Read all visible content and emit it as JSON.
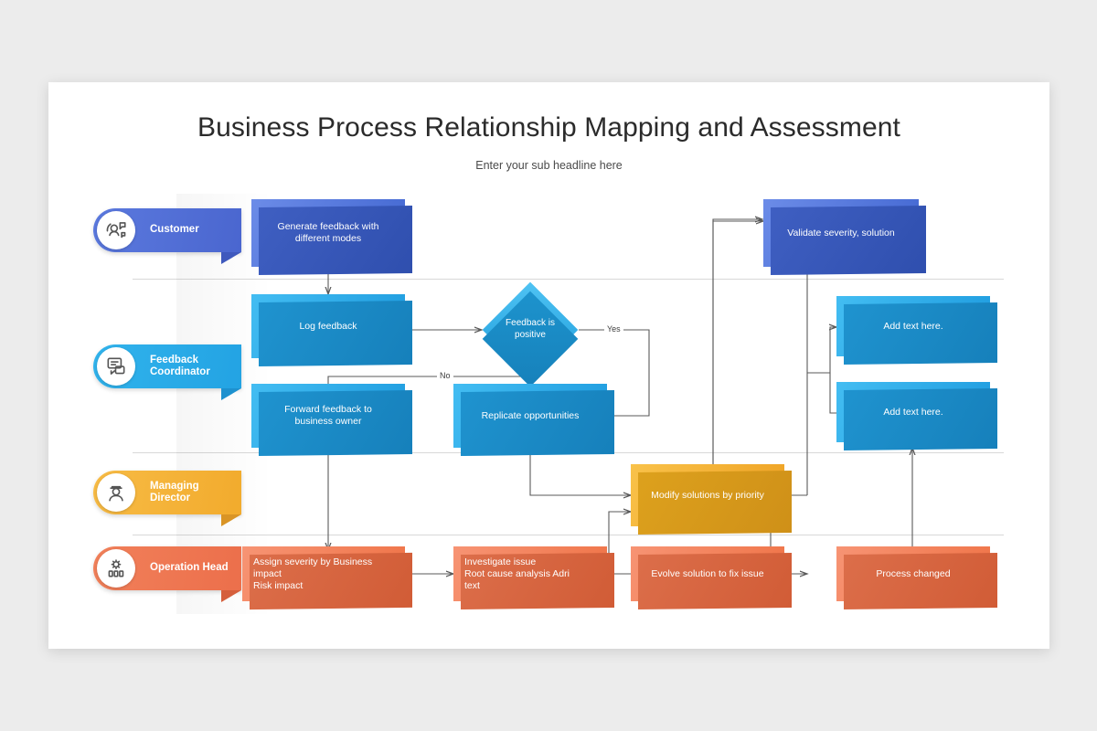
{
  "slide": {
    "title": "Business Process Relationship Mapping and Assessment",
    "subtitle": "Enter your sub headline here"
  },
  "lanes": [
    {
      "id": "customer",
      "label": "Customer",
      "icon": "customer-feedback-icon",
      "color": "#4a66cf"
    },
    {
      "id": "feedback",
      "label": "Feedback\nCoordinator",
      "icon": "chat-bubbles-icon",
      "color": "#23a3e3"
    },
    {
      "id": "managing",
      "label": "Managing\nDirector",
      "icon": "manager-person-icon",
      "color": "#f2ab2d"
    },
    {
      "id": "operation",
      "label": "Operation Head",
      "icon": "gear-team-icon",
      "color": "#ec6f4b"
    }
  ],
  "nodes": {
    "generate_feedback": "Generate feedback with\ndifferent modes",
    "validate_severity": "Validate severity, solution",
    "log_feedback": "Log feedback",
    "decision": "Feedback is\npositive",
    "add_text_1": "Add text here.",
    "forward_feedback": "Forward feedback to\nbusiness owner",
    "replicate_opportunities": "Replicate opportunities",
    "add_text_2": "Add text here.",
    "modify_solutions": "Modify solutions by priority",
    "assign_severity": "Assign severity by Business\nimpact\nRisk impact",
    "investigate_issue": "Investigate issue\nRoot cause analysis Adri\ntext",
    "evolve_solution": "Evolve solution to fix issue",
    "process_changed": "Process changed"
  },
  "edge_labels": {
    "yes": "Yes",
    "no": "No"
  },
  "colors": {
    "indigo": "#4a66cf",
    "blue": "#23a3e3",
    "amber": "#f0a424",
    "orange": "#ef7245",
    "slide_bg": "#ffffff",
    "page_bg": "#ececec",
    "connector": "#595959",
    "divider": "#d8d8d8"
  }
}
